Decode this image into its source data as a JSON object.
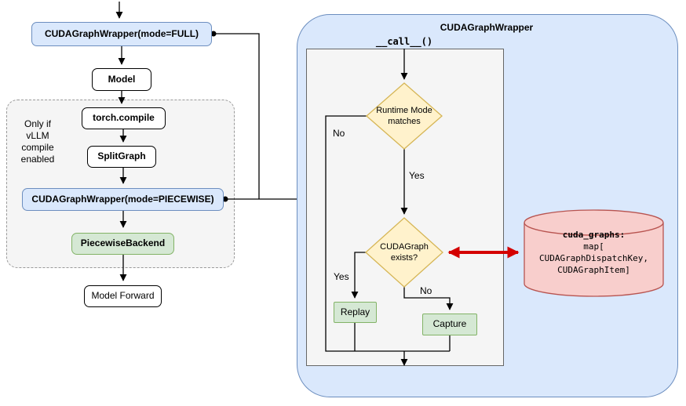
{
  "left": {
    "wrapper_full": "CUDAGraphWrapper(mode=FULL)",
    "model": "Model",
    "group_note": "Only if\nvLLM\ncompile\nenabled",
    "torch_compile": "torch.compile",
    "split_graph": "SplitGraph",
    "wrapper_piecewise": "CUDAGraphWrapper(mode=PIECEWISE)",
    "piecewise_backend": "PiecewiseBackend",
    "model_forward": "Model Forward"
  },
  "panel": {
    "title": "CUDAGraphWrapper",
    "call_label": "__call__()",
    "diamond_runtime": "Runtime Mode\nmatches",
    "diamond_exists": "CUDAGraph\nexists?",
    "label_no_runtime": "No",
    "label_yes_runtime": "Yes",
    "label_yes_exists": "Yes",
    "label_no_exists": "No",
    "replay": "Replay",
    "capture": "Capture",
    "store_title": "cuda_graphs:",
    "store_body": "map[\nCUDAGraphDispatchKey,\nCUDAGraphItem]"
  },
  "colors": {
    "blue_fill": "#dae8fc",
    "blue_border": "#6c8ebf",
    "green_fill": "#d5e8d4",
    "green_border": "#82b366",
    "yellow_fill": "#fff2cc",
    "yellow_border": "#d6b656",
    "pink_fill": "#f8cecc",
    "pink_border": "#b85450",
    "red_arrow": "#d40000",
    "gray_fill": "#f5f5f5"
  }
}
